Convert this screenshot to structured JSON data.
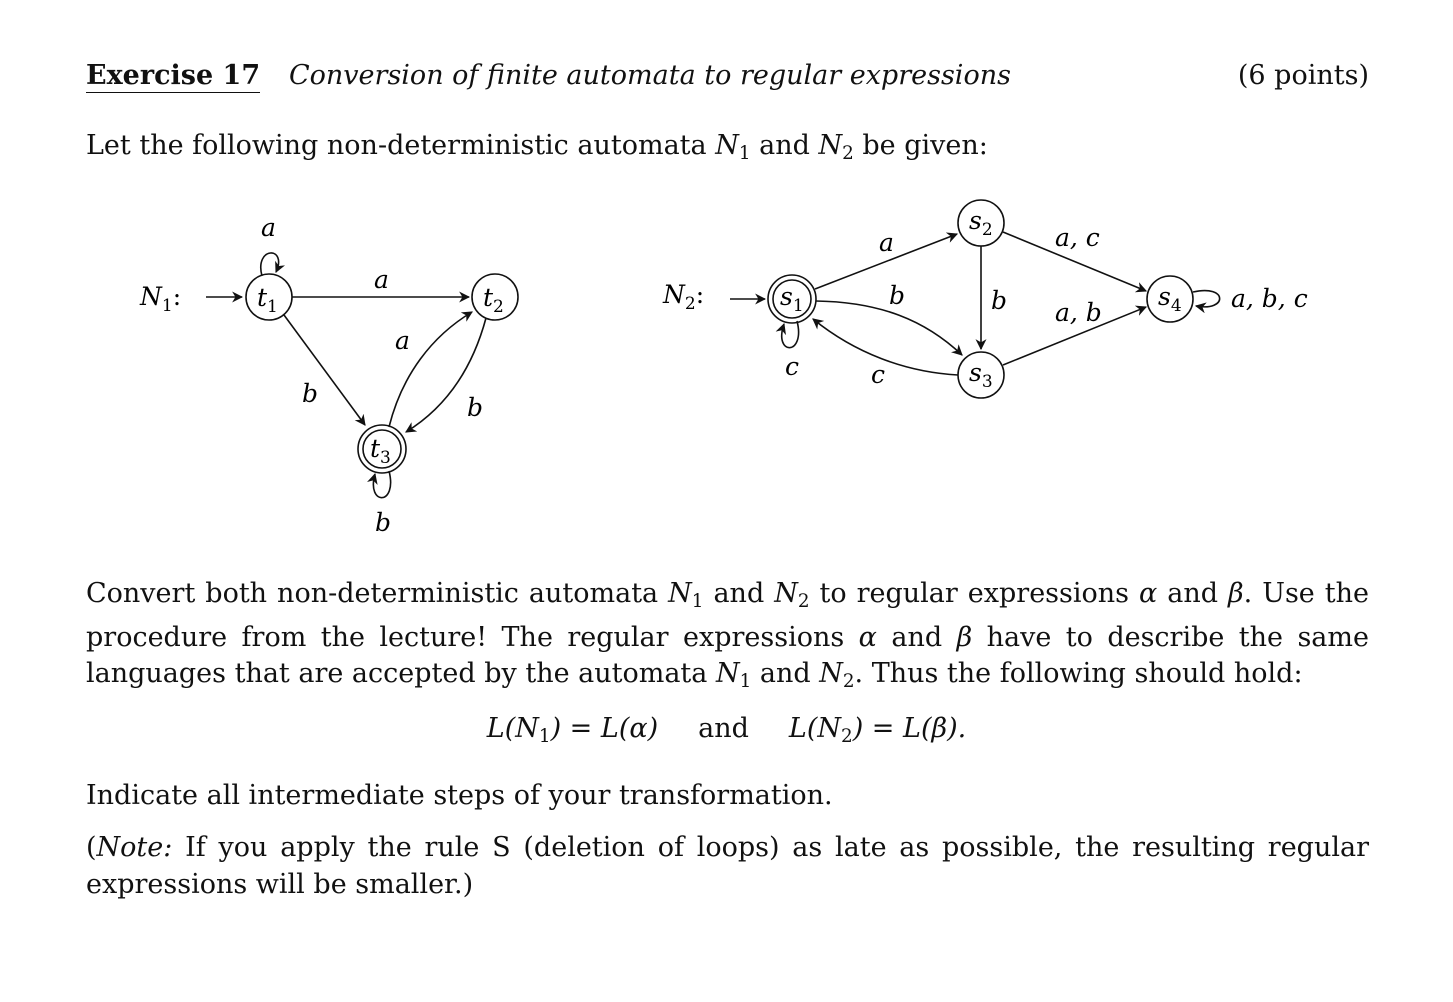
{
  "header": {
    "title": "Exercise 17",
    "subtitle": "Conversion of finite automata to regular expressions",
    "points": "(6 points)"
  },
  "intro": {
    "pre": "Let the following non-deterministic automata ",
    "n1": "N",
    "n1_sub": "1",
    "and": " and ",
    "n2": "N",
    "n2_sub": "2",
    "post": " be given:"
  },
  "automaton_n1": {
    "label": "N",
    "label_sub": "1",
    "label_suffix": ":",
    "states": [
      {
        "name": "t",
        "sub": "1",
        "accepting": false,
        "initial": true
      },
      {
        "name": "t",
        "sub": "2",
        "accepting": false,
        "initial": false
      },
      {
        "name": "t",
        "sub": "3",
        "accepting": true,
        "initial": false
      }
    ],
    "transitions": [
      {
        "from": "t1",
        "to": "t1",
        "label": "a"
      },
      {
        "from": "t1",
        "to": "t2",
        "label": "a"
      },
      {
        "from": "t1",
        "to": "t3",
        "label": "b"
      },
      {
        "from": "t3",
        "to": "t2",
        "label": "a"
      },
      {
        "from": "t2",
        "to": "t3",
        "label": "b"
      },
      {
        "from": "t3",
        "to": "t3",
        "label": "b"
      }
    ]
  },
  "automaton_n2": {
    "label": "N",
    "label_sub": "2",
    "label_suffix": ":",
    "states": [
      {
        "name": "s",
        "sub": "1",
        "accepting": true,
        "initial": true
      },
      {
        "name": "s",
        "sub": "2",
        "accepting": false,
        "initial": false
      },
      {
        "name": "s",
        "sub": "3",
        "accepting": false,
        "initial": false
      },
      {
        "name": "s",
        "sub": "4",
        "accepting": false,
        "initial": false
      }
    ],
    "transitions": [
      {
        "from": "s1",
        "to": "s2",
        "label": "a"
      },
      {
        "from": "s1",
        "to": "s3",
        "label": "b"
      },
      {
        "from": "s3",
        "to": "s1",
        "label": "c"
      },
      {
        "from": "s1",
        "to": "s1",
        "label": "c"
      },
      {
        "from": "s2",
        "to": "s3",
        "label": "b"
      },
      {
        "from": "s2",
        "to": "s4",
        "label": "a, c"
      },
      {
        "from": "s3",
        "to": "s4",
        "label": "a, b"
      },
      {
        "from": "s4",
        "to": "s4",
        "label": "a, b, c"
      }
    ]
  },
  "task": {
    "p1": "Convert both non-deterministic automata ",
    "p2": " and ",
    "p3": " to regular expressions ",
    "alpha": "α",
    "p4": " and ",
    "beta": "β",
    "p5": ". Use the procedure from the lecture! The regular expressions ",
    "p6": " and ",
    "p7": " have to describe the same languages that are accepted by the automata ",
    "p8": " and ",
    "p9": ". Thus the following should hold:"
  },
  "equation": {
    "left": "L(N",
    "left_sub": "1",
    "left_rest": ") = L(α)",
    "connector": "and",
    "right": "L(N",
    "right_sub": "2",
    "right_rest": ") = L(β)."
  },
  "steps": "Indicate all intermediate steps of your transformation.",
  "note": {
    "open": "(",
    "label": "Note:",
    "text": " If you apply the rule S (deletion of loops) as late as possible, the resulting regular expressions will be smaller.)"
  }
}
